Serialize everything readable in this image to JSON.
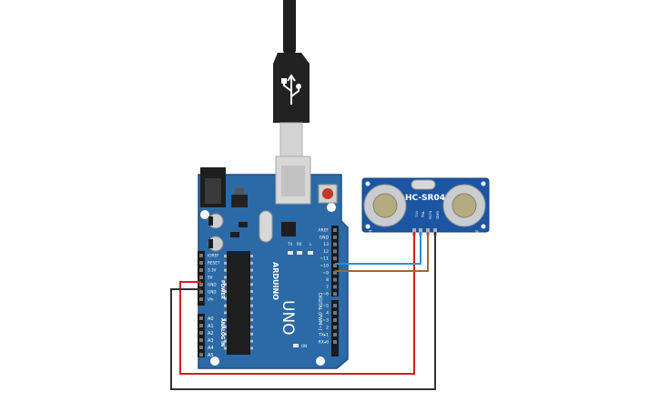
{
  "colors": {
    "board": "#2b6aa6",
    "board_dark": "#1f5184",
    "sensor_board": "#1c56a3",
    "transducer": "#c9cdd2",
    "header": "#1a1a1a",
    "wire_red": "#d11f1f",
    "wire_black": "#333333",
    "wire_blue": "#2a8fd6",
    "wire_brown": "#9a6a3a",
    "cable": "#1e1e1e",
    "reset_button": "#c0392b"
  },
  "arduino": {
    "model": "UNO",
    "brand": "ARDUINO",
    "power_label": "POWER",
    "analog_label": "ANALOG IN",
    "digital_label": "DIGITAL (PWM~)",
    "on_label": "ON",
    "tx_label": "TX",
    "rx_label": "RX",
    "l_label": "L",
    "power_pins": [
      "IOREF",
      "RESET",
      "3.3V",
      "5V",
      "GND",
      "GND",
      "Vin"
    ],
    "analog_pins": [
      "A0",
      "A1",
      "A2",
      "A3",
      "A4",
      "A5"
    ],
    "digital_pins": [
      "AREF",
      "GND",
      "13",
      "12",
      "~11",
      "~10",
      "~9",
      "8",
      "7",
      "~6",
      "~5",
      "4",
      "~3",
      "2",
      "TX▸1",
      "RX◂0"
    ]
  },
  "sensor": {
    "name": "HC-SR04",
    "pins": [
      "Vcc",
      "Trig",
      "Echo",
      "GND"
    ],
    "left_mark": "T",
    "right_mark": "R"
  },
  "usb": {
    "connector_icon": "usb-icon"
  }
}
